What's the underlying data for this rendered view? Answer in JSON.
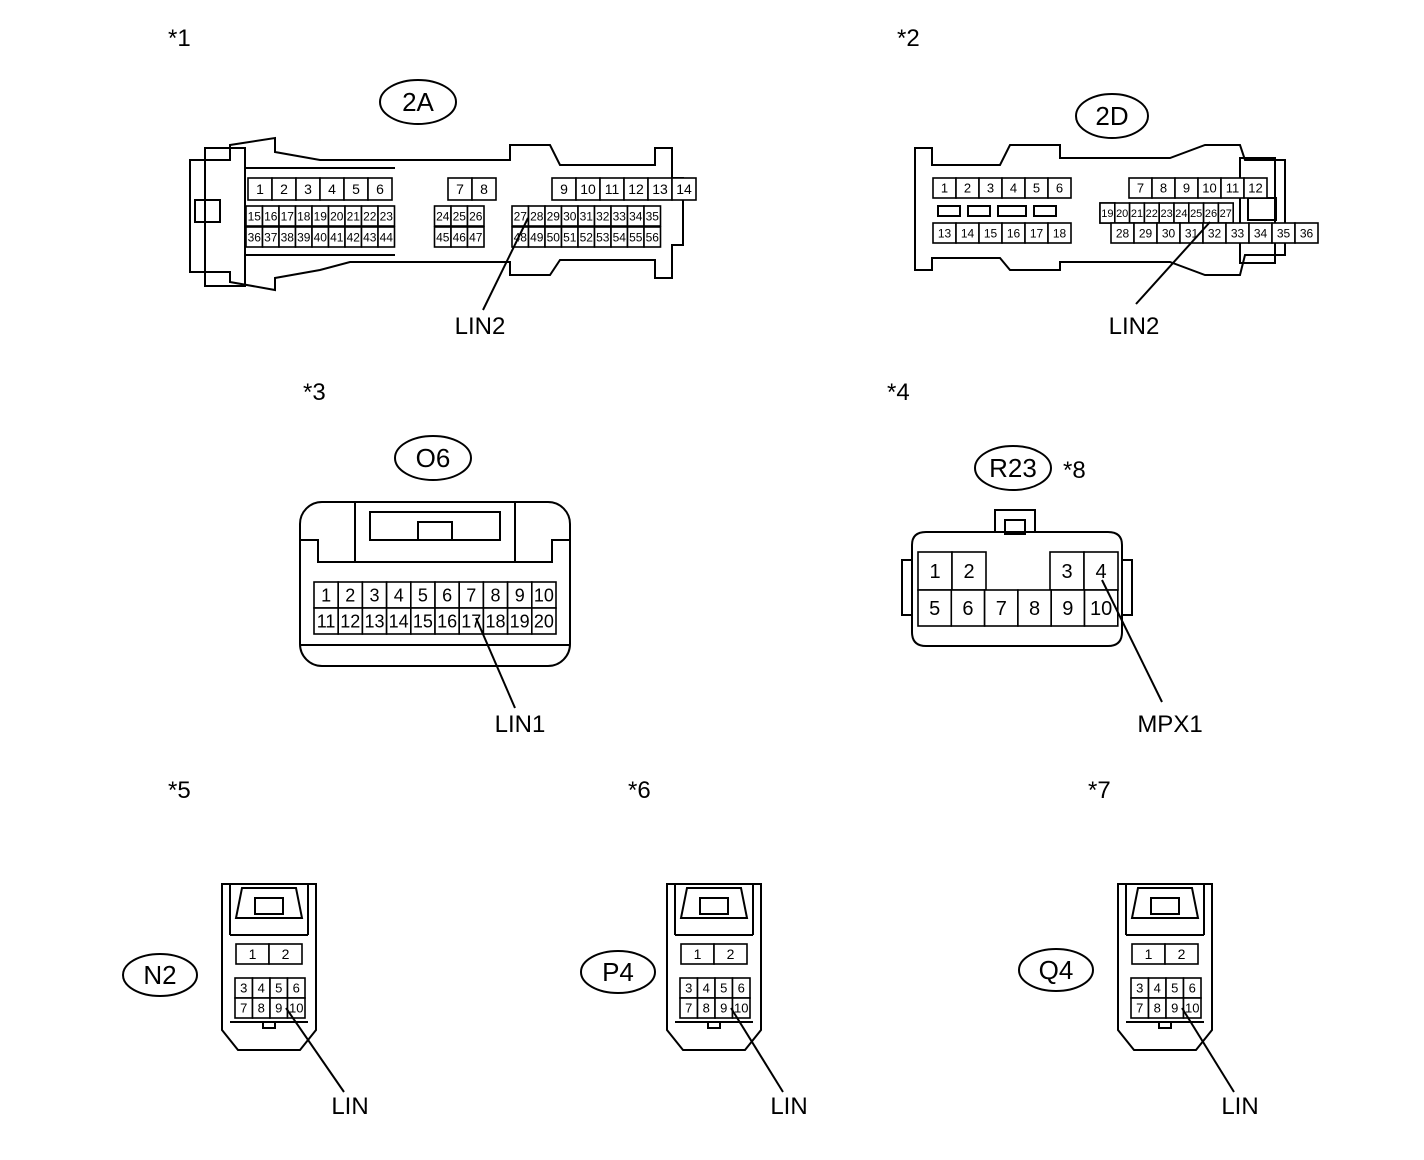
{
  "diagram": {
    "sections": [
      {
        "id": "s1",
        "marker": "*1",
        "connector_id": "2A",
        "pin_label": "LIN2",
        "rows": [
          [
            "1",
            "2",
            "3",
            "4",
            "5",
            "6",
            "",
            "7",
            "8",
            "",
            "9",
            "10",
            "11",
            "12",
            "13",
            "14"
          ],
          [
            "15",
            "16",
            "17",
            "18",
            "19",
            "20",
            "21",
            "22",
            "23",
            "",
            "24",
            "25",
            "26",
            "",
            "27",
            "28",
            "29",
            "30",
            "31",
            "32",
            "33",
            "34",
            "35"
          ],
          [
            "36",
            "37",
            "38",
            "39",
            "40",
            "41",
            "42",
            "43",
            "44",
            "",
            "45",
            "46",
            "47",
            "",
            "48",
            "49",
            "50",
            "51",
            "52",
            "53",
            "54",
            "55",
            "56"
          ]
        ]
      },
      {
        "id": "s2",
        "marker": "*2",
        "connector_id": "2D",
        "pin_label": "LIN2",
        "rows": [
          [
            "1",
            "2",
            "3",
            "4",
            "5",
            "6",
            "",
            "7",
            "8",
            "9",
            "10",
            "11",
            "12"
          ],
          [
            "19",
            "20",
            "21",
            "22",
            "23",
            "24",
            "25",
            "26",
            "27"
          ],
          [
            "13",
            "14",
            "15",
            "16",
            "17",
            "18",
            "",
            "28",
            "29",
            "30",
            "31",
            "32",
            "33",
            "34",
            "35",
            "36"
          ]
        ]
      },
      {
        "id": "s3",
        "marker": "*3",
        "connector_id": "O6",
        "pin_label": "LIN1",
        "rows": [
          [
            "1",
            "2",
            "3",
            "4",
            "5",
            "6",
            "7",
            "8",
            "9",
            "10"
          ],
          [
            "11",
            "12",
            "13",
            "14",
            "15",
            "16",
            "17",
            "18",
            "19",
            "20"
          ]
        ]
      },
      {
        "id": "s4",
        "marker": "*4",
        "connector_id": "R23",
        "extra_marker": "*8",
        "pin_label": "MPX1",
        "rows": [
          [
            "1",
            "2",
            "3",
            "4"
          ],
          [
            "5",
            "6",
            "7",
            "8",
            "9",
            "10"
          ]
        ]
      },
      {
        "id": "s5",
        "marker": "*5",
        "connector_id": "N2",
        "pin_label": "LIN",
        "rows": [
          [
            "1",
            "2"
          ],
          [
            "3",
            "4",
            "5",
            "6"
          ],
          [
            "7",
            "8",
            "9",
            "10"
          ]
        ]
      },
      {
        "id": "s6",
        "marker": "*6",
        "connector_id": "P4",
        "pin_label": "LIN",
        "rows": [
          [
            "1",
            "2"
          ],
          [
            "3",
            "4",
            "5",
            "6"
          ],
          [
            "7",
            "8",
            "9",
            "10"
          ]
        ]
      },
      {
        "id": "s7",
        "marker": "*7",
        "connector_id": "Q4",
        "pin_label": "LIN",
        "rows": [
          [
            "1",
            "2"
          ],
          [
            "3",
            "4",
            "5",
            "6"
          ],
          [
            "7",
            "8",
            "9",
            "10"
          ]
        ]
      }
    ]
  }
}
